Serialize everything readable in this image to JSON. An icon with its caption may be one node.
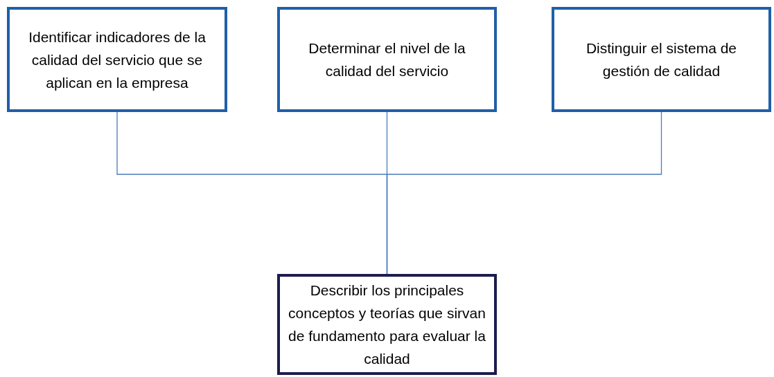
{
  "diagram": {
    "nodes": [
      {
        "text": [
          "Identificar indicadores de la calidad del servicio que se aplican en la empresa"
        ]
      },
      {
        "text": [
          "Determinar el nivel de la calidad del servicio"
        ]
      },
      {
        "text": [
          "Distinguir el sistema de gestión de calidad"
        ]
      },
      {
        "text": [
          "Describir los principales conceptos y teorías que sirvan de fundamento para evaluar la calidad"
        ]
      }
    ],
    "edges": [
      {
        "from": 0,
        "to": 3,
        "arrow": "none"
      },
      {
        "from": 1,
        "to": 3,
        "arrow": "none"
      },
      {
        "from": 2,
        "to": 3,
        "arrow": "none"
      }
    ]
  }
}
